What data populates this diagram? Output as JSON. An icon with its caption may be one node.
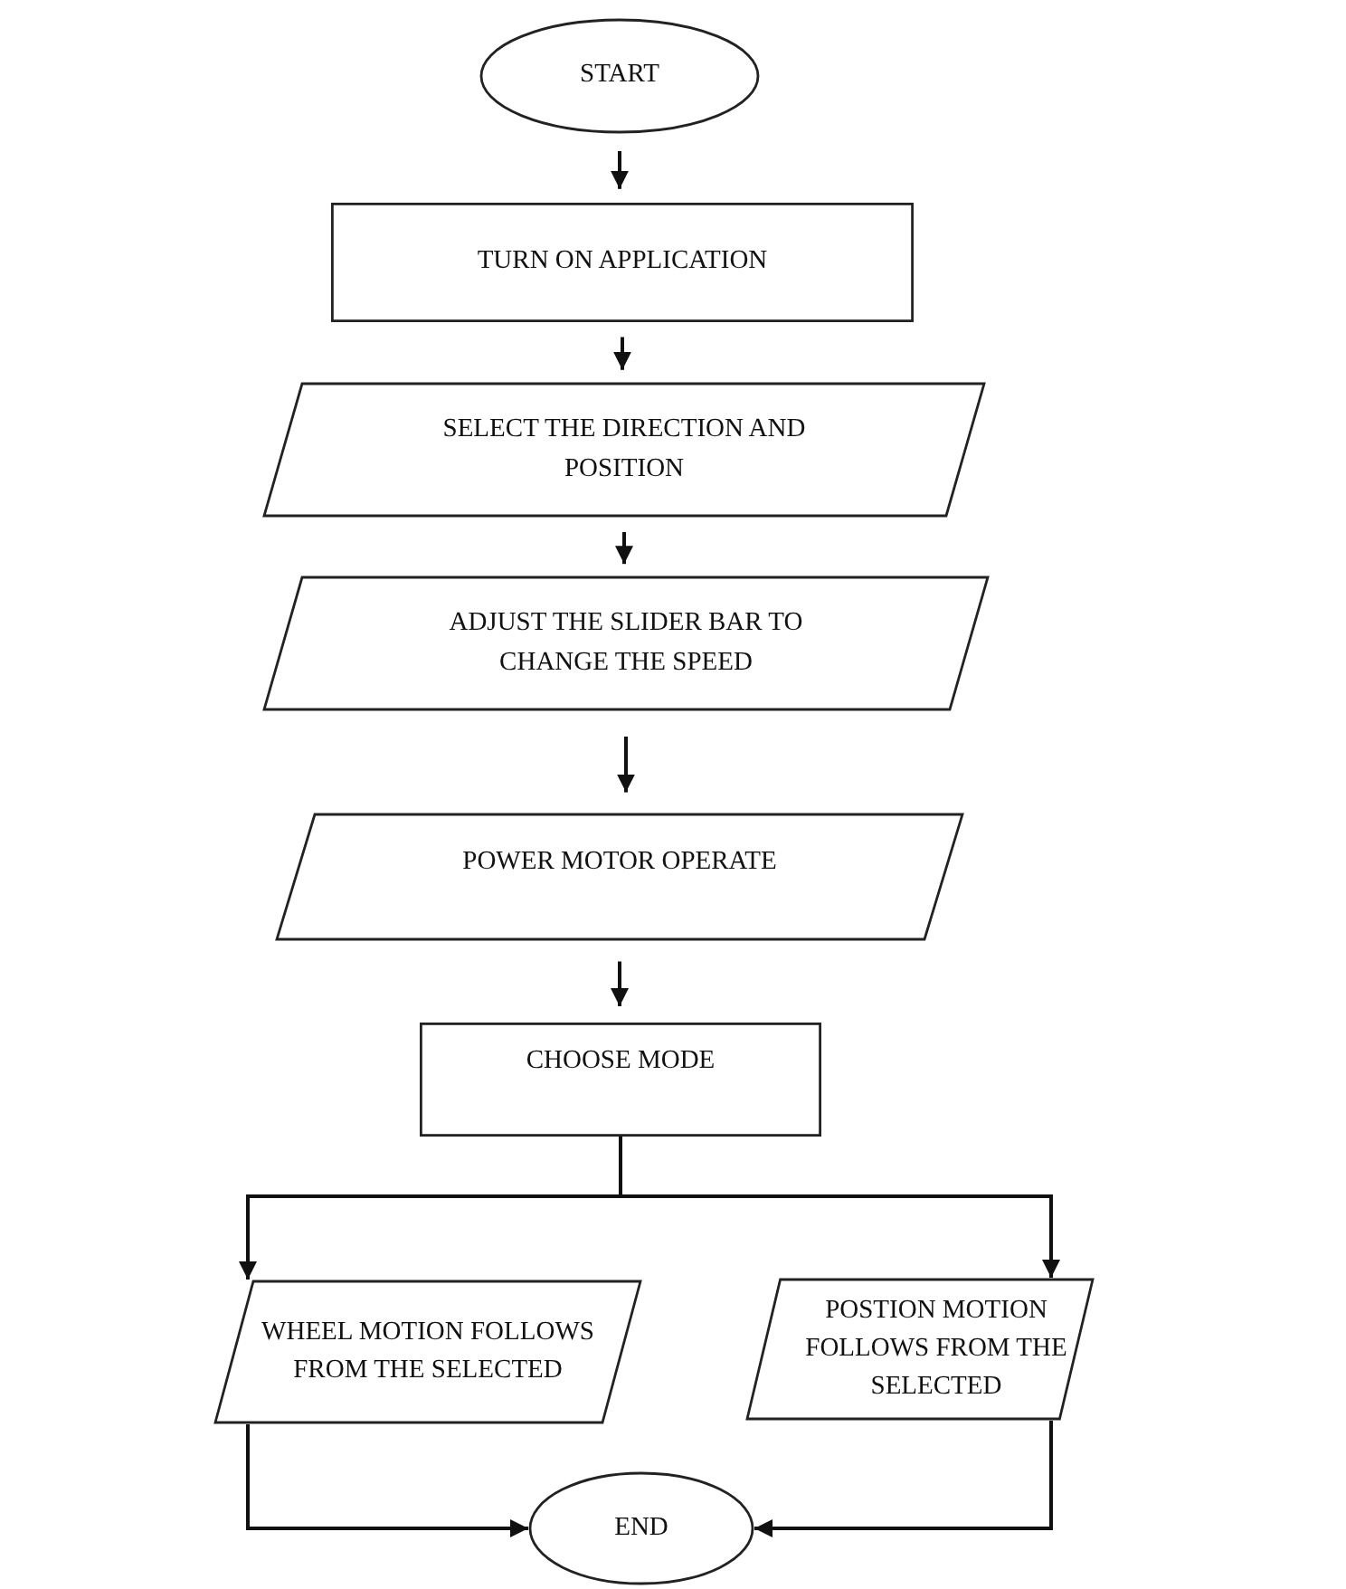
{
  "diagram": {
    "nodes": [
      {
        "text": [
          "START"
        ]
      },
      {
        "text": [
          "TURN ON APPLICATION"
        ]
      },
      {
        "text": [
          "SELECT THE DIRECTION AND POSITION"
        ]
      },
      {
        "text": [
          "ADJUST THE SLIDER BAR TO CHANGE THE SPEED"
        ]
      },
      {
        "text": [
          "POWER MOTOR OPERATE"
        ]
      },
      {
        "text": [
          "CHOOSE MODE"
        ]
      },
      {
        "text": [
          "WHEEL MOTION FOLLOWS FROM THE SELECTED"
        ]
      },
      {
        "text": [
          "POSTION MOTION FOLLOWS FROM THE SELECTED"
        ]
      },
      {
        "text": [
          "END"
        ]
      }
    ],
    "edges": [
      {
        "from": 0,
        "to": 1,
        "arrow": "to"
      },
      {
        "from": 1,
        "to": 2,
        "arrow": "to"
      },
      {
        "from": 2,
        "to": 3,
        "arrow": "to"
      },
      {
        "from": 3,
        "to": 4,
        "arrow": "to"
      },
      {
        "from": 4,
        "to": 5,
        "arrow": "to"
      },
      {
        "from": 5,
        "to": 6,
        "arrow": "to"
      },
      {
        "from": 5,
        "to": 7,
        "arrow": "to"
      },
      {
        "from": 6,
        "to": 8,
        "arrow": "to"
      },
      {
        "from": 7,
        "to": 8,
        "arrow": "to"
      }
    ]
  }
}
